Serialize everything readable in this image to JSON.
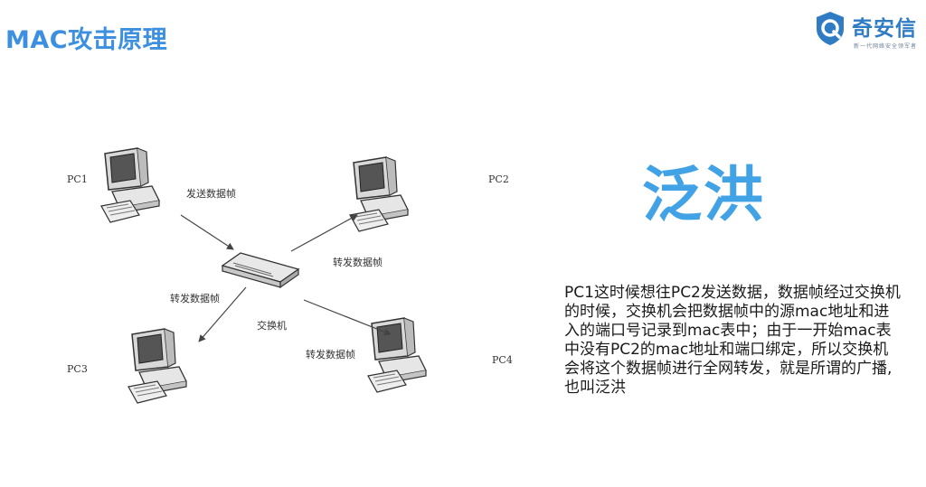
{
  "header": {
    "title": "MAC攻击原理"
  },
  "logo": {
    "name": "奇安信",
    "tagline": "新一代网络安全领军者",
    "brand_color": "#2f7cc4"
  },
  "diagram": {
    "pc1": "PC1",
    "pc2": "PC2",
    "pc3": "PC3",
    "pc4": "PC4",
    "switch": "交换机",
    "send_label": "发送数据帧",
    "forward_pc2": "转发数据帧",
    "forward_pc3": "转发数据帧",
    "forward_pc4": "转发数据帧"
  },
  "main": {
    "heading": "泛洪",
    "heading_color": "#42a2e6",
    "description": "PC1这时候想往PC2发送数据，数据帧经过交换机的时候，交换机会把数据帧中的源mac地址和进入的端口号记录到mac表中；由于一开始mac表中没有PC2的mac地址和端口绑定，所以交换机会将这个数据帧进行全网转发，就是所谓的广播,也叫泛洪"
  }
}
